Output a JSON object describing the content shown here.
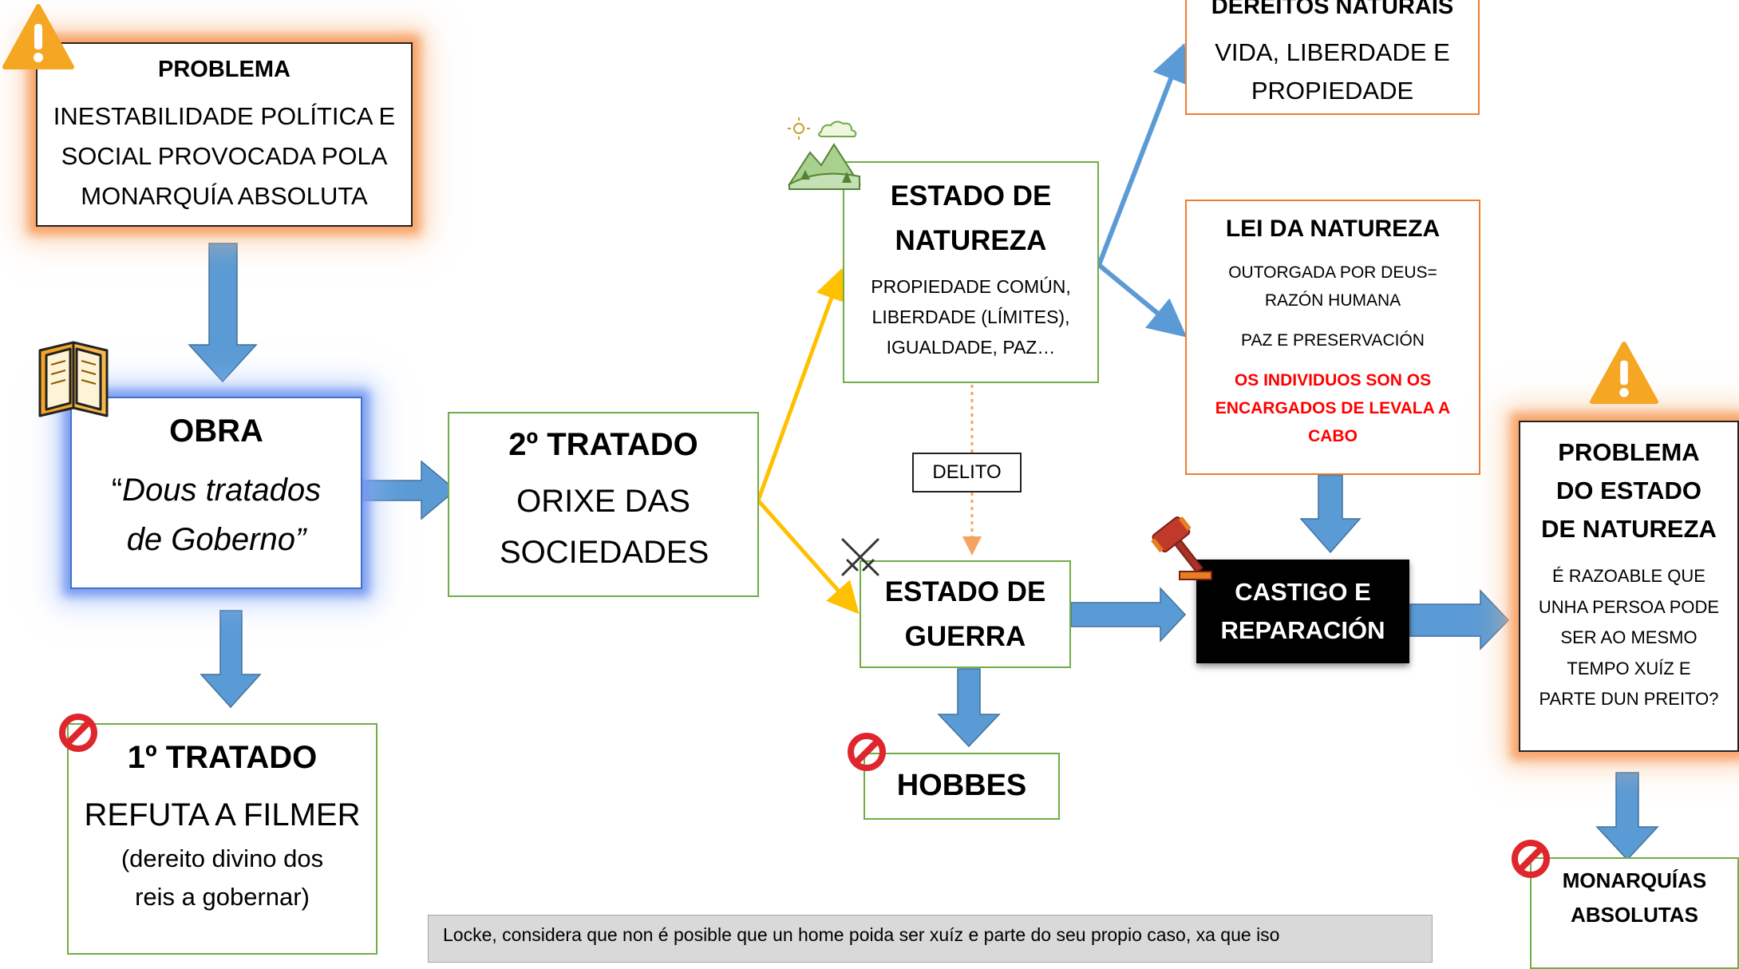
{
  "problema": {
    "title": "PROBLEMA",
    "text": "INESTABILIDADE POLÍTICA E SOCIAL PROVOCADA POLA MONARQUÍA ABSOLUTA"
  },
  "obra": {
    "title": "OBRA",
    "quote_open": "“",
    "work": "Dous tratados de Goberno",
    "quote_close": "”"
  },
  "primeiro_tratado": {
    "title": "1º TRATADO",
    "subtitle": "REFUTA A FILMER",
    "note": "(dereito divino dos reis a gobernar)"
  },
  "segundo_tratado": {
    "title": "2º TRATADO",
    "text": "ORIXE DAS SOCIEDADES"
  },
  "estado_natureza": {
    "title": "ESTADO DE NATUREZA",
    "text": "PROPIEDADE COMÚN, LIBERDADE (LÍMITES), IGUALDADE, PAZ…"
  },
  "delito": "DELITO",
  "estado_guerra": {
    "title": "ESTADO DE GUERRA"
  },
  "hobbes": "HOBBES",
  "dereitos": {
    "title": "DEREITOS NATURAIS",
    "text": "VIDA, LIBERDADE E PROPIEDADE"
  },
  "lei": {
    "title": "LEI DA NATUREZA",
    "line1": "OUTORGADA POR DEUS= RAZÓN HUMANA",
    "line2": "PAZ E PRESERVACIÓN",
    "line3": "OS INDIVIDUOS SON OS ENCARGADOS DE LEVALA A CABO"
  },
  "castigo": {
    "title": "CASTIGO E REPARACIÓN"
  },
  "problema_estado": {
    "title": "PROBLEMA DO ESTADO DE NATUREZA",
    "text": "É RAZOABLE QUE UNHA PERSOA PODE SER AO MESMO TEMPO XUÍZ E PARTE DUN PREITO?"
  },
  "monarquias": {
    "title": "MONARQUÍAS ABSOLUTAS"
  },
  "note": "Locke, considera que non é posible que un home poida ser xuíz e parte do seu propio caso, xa que iso",
  "colors": {
    "arrow_blue": "#5b9bd5",
    "arrow_yellow": "#ffc000",
    "arrow_orange_dotted": "#f4a460",
    "green_border": "#70ad47",
    "orange_border": "#ed7d31",
    "red_text": "#ff0000"
  }
}
